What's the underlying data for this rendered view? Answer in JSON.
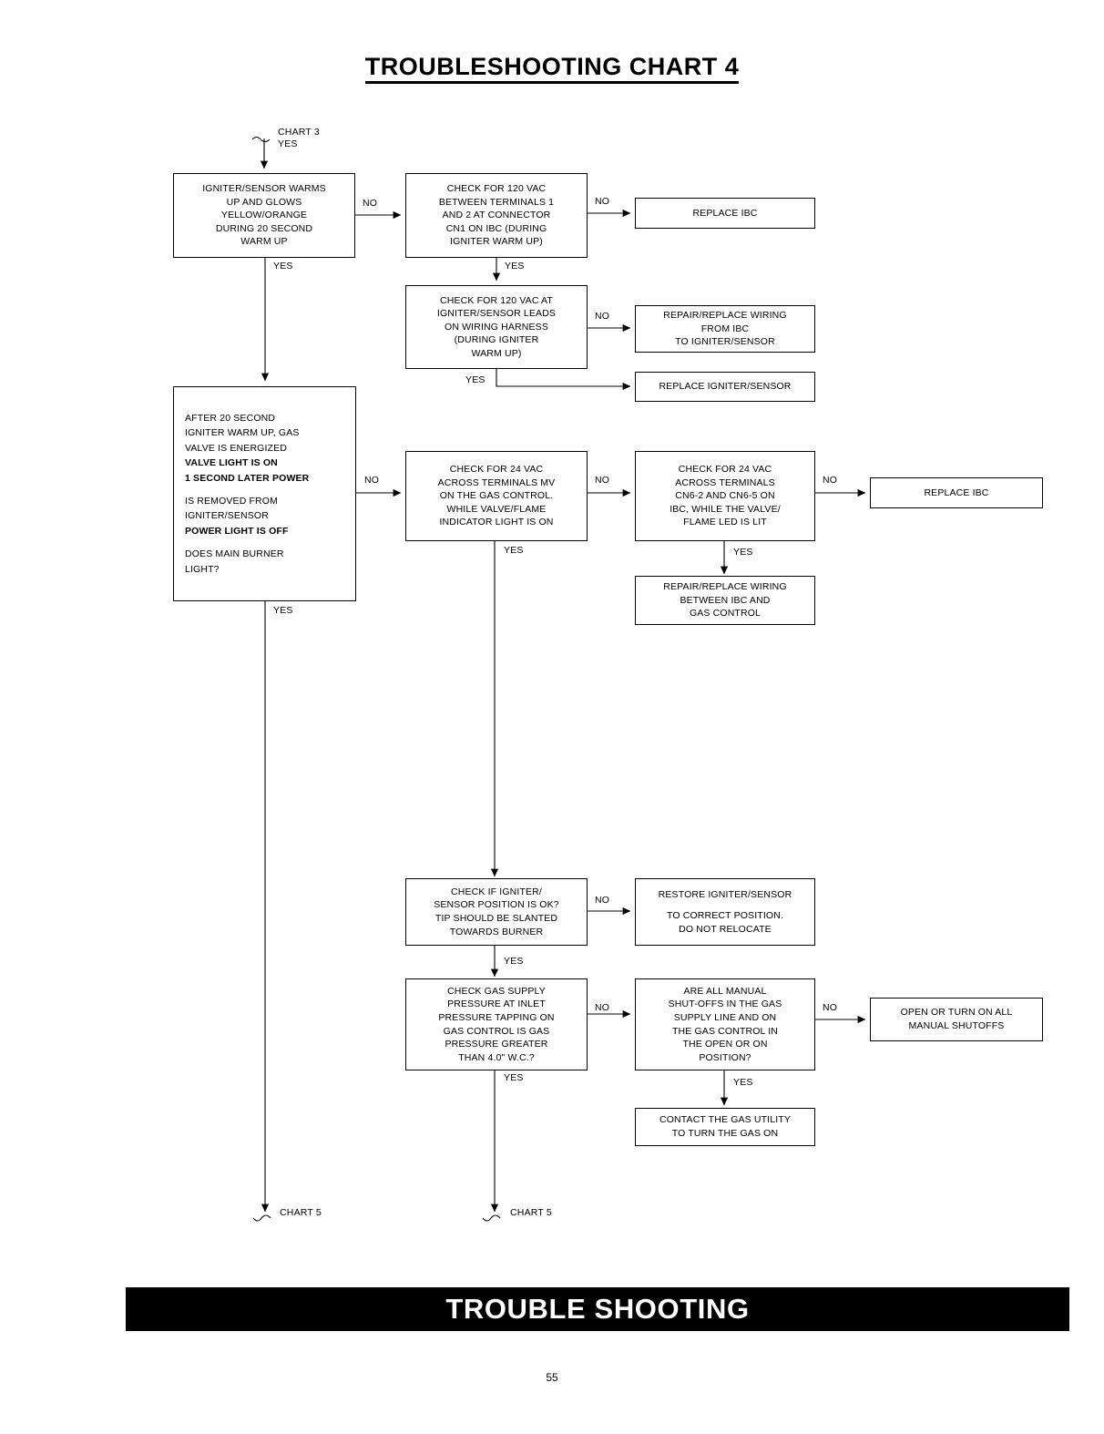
{
  "document": {
    "title": "TROUBLESHOOTING CHART 4",
    "footer_banner": "TROUBLE SHOOTING",
    "page_number": "55"
  },
  "connectors": {
    "entry_chart": "CHART 3",
    "entry_yes": "YES",
    "exit_left": "CHART 5",
    "exit_mid": "CHART 5",
    "yes": "YES",
    "no": "NO"
  },
  "nodes": {
    "igniter_warms": {
      "lines": [
        "IGNITER/SENSOR WARMS",
        "UP AND GLOWS",
        "YELLOW/ORANGE",
        "DURING 20 SECOND",
        "WARM UP"
      ]
    },
    "check_120vac_cn1": {
      "lines": [
        "CHECK FOR 120 VAC",
        "BETWEEN TERMINALS 1",
        "AND 2 AT CONNECTOR",
        "CN1 ON IBC (DURING",
        "IGNITER WARM UP)"
      ]
    },
    "replace_ibc_top": {
      "lines": [
        "REPLACE IBC"
      ]
    },
    "check_120vac_leads": {
      "lines": [
        "CHECK FOR 120 VAC AT",
        "IGNITER/SENSOR LEADS",
        "ON WIRING HARNESS",
        "(DURING IGNITER",
        "WARM UP)"
      ]
    },
    "repair_wiring_ibc_igniter": {
      "lines": [
        "REPAIR/REPLACE WIRING",
        "FROM IBC",
        "TO IGNITER/SENSOR"
      ]
    },
    "replace_igniter_sensor": {
      "lines": [
        "REPLACE IGNITER/SENSOR"
      ]
    },
    "after_20_second": {
      "paragraphs": [
        {
          "lines": [
            "AFTER 20 SECOND",
            "IGNITER WARM UP, GAS",
            "VALVE IS ENERGIZED"
          ],
          "bold": false
        },
        {
          "lines": [
            "VALVE LIGHT IS ON"
          ],
          "bold": true
        },
        {
          "lines": [
            "1 SECOND LATER POWER"
          ],
          "bold": true
        },
        {
          "lines": [
            "IS REMOVED FROM",
            "IGNITER/SENSOR"
          ],
          "bold": false
        },
        {
          "lines": [
            "POWER LIGHT IS OFF"
          ],
          "bold": true
        },
        {
          "lines": [
            "DOES MAIN BURNER",
            "LIGHT?"
          ],
          "bold": false
        }
      ]
    },
    "check_24vac_mv": {
      "lines": [
        "CHECK FOR 24 VAC",
        "ACROSS TERMINALS MV",
        "ON THE GAS CONTROL.",
        "WHILE VALVE/FLAME",
        "INDICATOR LIGHT IS ON"
      ]
    },
    "check_24vac_cn6": {
      "lines": [
        "CHECK FOR 24 VAC",
        "ACROSS TERMINALS",
        "CN6-2 AND CN6-5 ON",
        "IBC, WHILE THE VALVE/",
        "FLAME LED IS LIT"
      ]
    },
    "replace_ibc_mid": {
      "lines": [
        "REPLACE IBC"
      ]
    },
    "repair_wiring_ibc_gas": {
      "lines": [
        "REPAIR/REPLACE WIRING",
        "BETWEEN IBC AND",
        "GAS CONTROL"
      ]
    },
    "check_igniter_position": {
      "lines": [
        "CHECK IF IGNITER/",
        "SENSOR POSITION IS OK?",
        "TIP SHOULD BE SLANTED",
        "TOWARDS BURNER"
      ]
    },
    "restore_igniter": {
      "lines": [
        "RESTORE IGNITER/SENSOR",
        "",
        "TO CORRECT POSITION.",
        "DO NOT RELOCATE"
      ]
    },
    "check_gas_supply": {
      "lines": [
        "CHECK GAS SUPPLY",
        "PRESSURE AT INLET",
        "PRESSURE TAPPING ON",
        "GAS CONTROL IS GAS",
        "PRESSURE GREATER",
        "THAN 4.0\" W.C.?"
      ]
    },
    "manual_shutoffs": {
      "lines": [
        "ARE ALL MANUAL",
        "SHUT-OFFS IN THE GAS",
        "SUPPLY LINE AND ON",
        "THE GAS CONTROL IN",
        "THE OPEN OR ON",
        "POSITION?"
      ]
    },
    "open_shutoffs": {
      "lines": [
        "OPEN OR TURN ON ALL",
        "MANUAL SHUTOFFS"
      ]
    },
    "contact_gas_utility": {
      "lines": [
        "CONTACT THE GAS UTILITY",
        "TO TURN THE GAS ON"
      ]
    }
  },
  "chart_data": {
    "type": "diagram",
    "title": "TROUBLESHOOTING CHART 4",
    "diagram_kind": "troubleshooting-flowchart",
    "entry": "CHART 3 / YES",
    "exits": [
      "CHART 5",
      "CHART 5"
    ],
    "edges": [
      {
        "from": "CHART 3",
        "to": "igniter_warms",
        "label": "YES"
      },
      {
        "from": "igniter_warms",
        "to": "check_120vac_cn1",
        "label": "NO"
      },
      {
        "from": "igniter_warms",
        "to": "after_20_second",
        "label": "YES"
      },
      {
        "from": "check_120vac_cn1",
        "to": "replace_ibc_top",
        "label": "NO"
      },
      {
        "from": "check_120vac_cn1",
        "to": "check_120vac_leads",
        "label": "YES"
      },
      {
        "from": "check_120vac_leads",
        "to": "repair_wiring_ibc_igniter",
        "label": "NO"
      },
      {
        "from": "check_120vac_leads",
        "to": "replace_igniter_sensor",
        "label": "YES"
      },
      {
        "from": "after_20_second",
        "to": "check_24vac_mv",
        "label": "NO"
      },
      {
        "from": "after_20_second",
        "to": "CHART 5",
        "label": "YES"
      },
      {
        "from": "check_24vac_mv",
        "to": "check_24vac_cn6",
        "label": "NO"
      },
      {
        "from": "check_24vac_mv",
        "to": "check_igniter_position",
        "label": "YES"
      },
      {
        "from": "check_24vac_cn6",
        "to": "replace_ibc_mid",
        "label": "NO"
      },
      {
        "from": "check_24vac_cn6",
        "to": "repair_wiring_ibc_gas",
        "label": "YES"
      },
      {
        "from": "check_igniter_position",
        "to": "restore_igniter",
        "label": "NO"
      },
      {
        "from": "check_igniter_position",
        "to": "check_gas_supply",
        "label": "YES"
      },
      {
        "from": "check_gas_supply",
        "to": "manual_shutoffs",
        "label": "NO"
      },
      {
        "from": "check_gas_supply",
        "to": "CHART 5",
        "label": "YES"
      },
      {
        "from": "manual_shutoffs",
        "to": "open_shutoffs",
        "label": "NO"
      },
      {
        "from": "manual_shutoffs",
        "to": "contact_gas_utility",
        "label": "YES"
      }
    ]
  }
}
